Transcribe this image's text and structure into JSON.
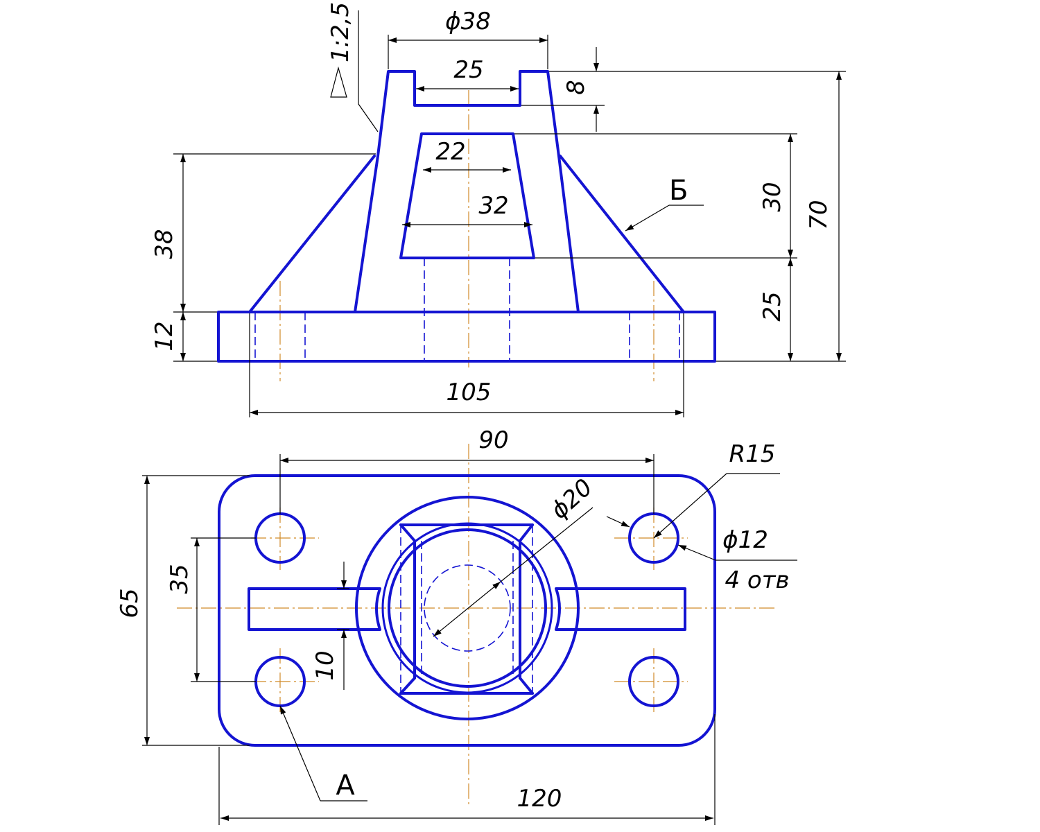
{
  "drawing": {
    "front_view": {
      "dims": {
        "d38": "ϕ38",
        "w25": "25",
        "h8": "8",
        "w22": "22",
        "w32": "32",
        "h38": "38",
        "h12": "12",
        "h30": "30",
        "h70": "70",
        "h25": "25",
        "w105": "105"
      },
      "slope": "1:2,5",
      "section_mark": "Б"
    },
    "top_view": {
      "dims": {
        "w90": "90",
        "r15": "R15",
        "d20": "ϕ20",
        "d12": "ϕ12",
        "holes": "4 отв",
        "h35": "35",
        "h65": "65",
        "h10": "10",
        "w120": "120"
      },
      "view_mark": "A"
    },
    "colors": {
      "outline": "#1414d2",
      "centerline": "#d08a28",
      "dimension": "#000000"
    }
  }
}
